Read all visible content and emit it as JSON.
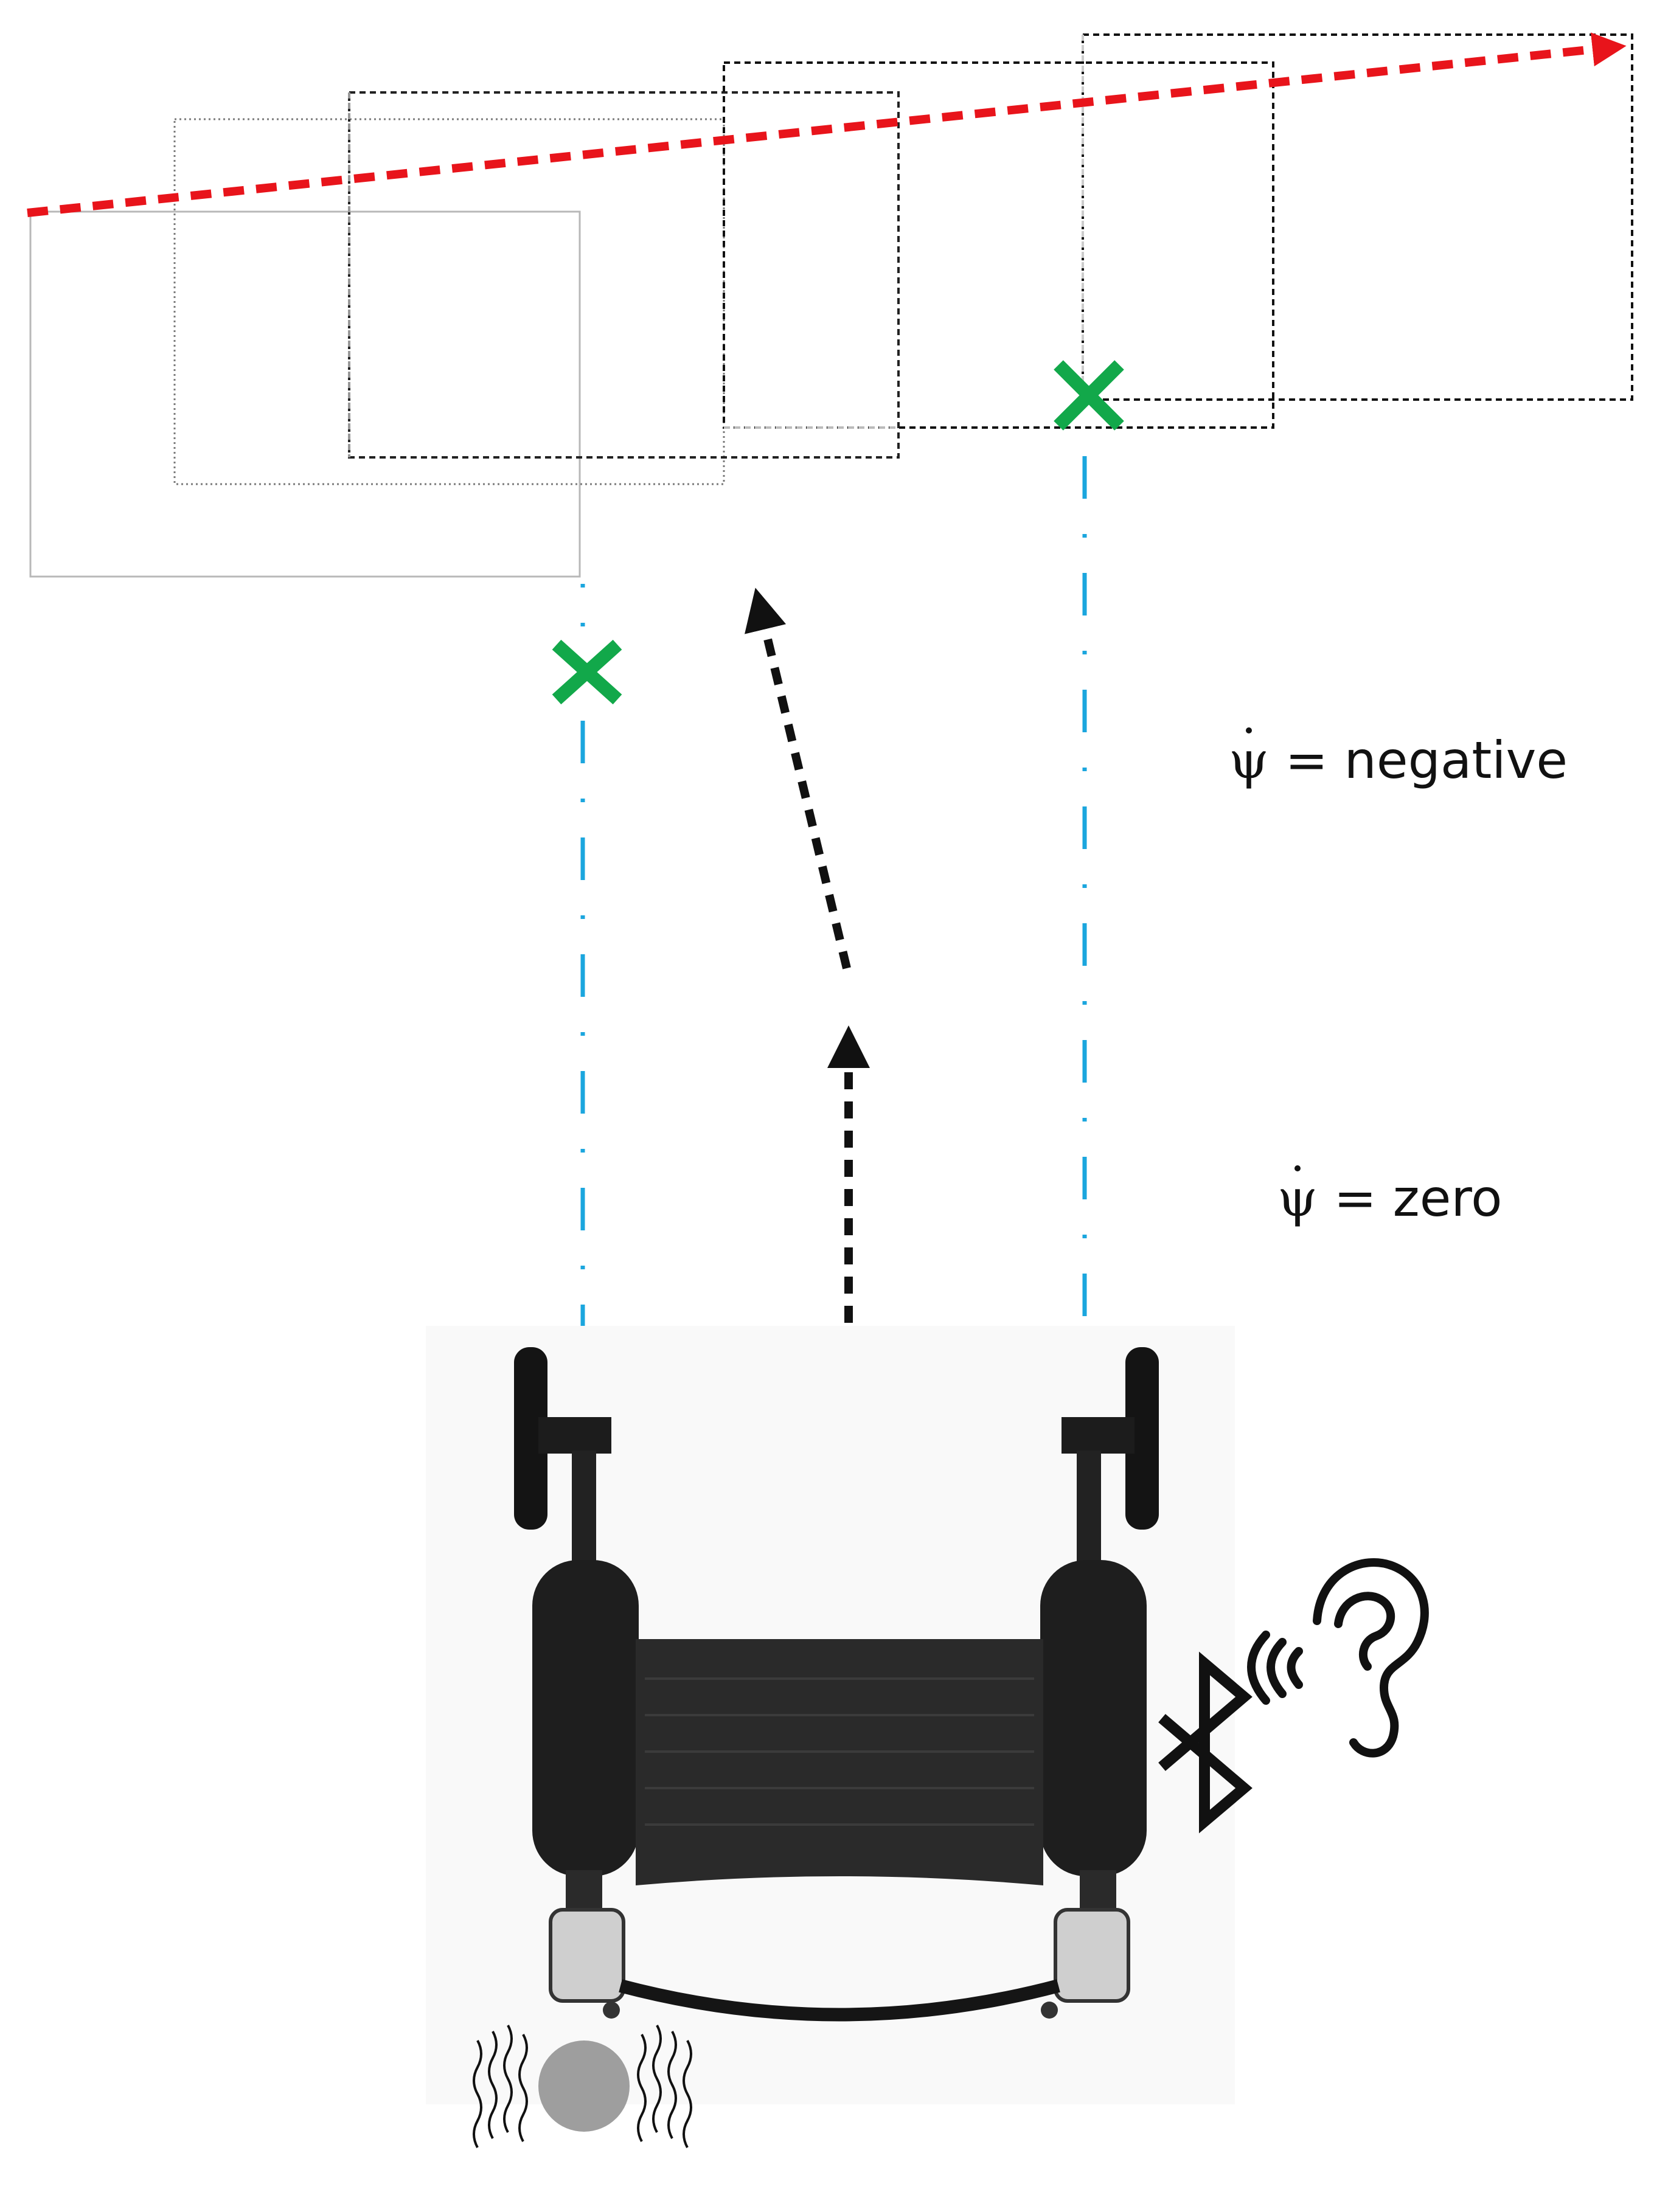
{
  "labels": {
    "yaw_rate_negative": {
      "symbol": "ψ",
      "text": "= negative"
    },
    "yaw_rate_zero": {
      "symbol": "ψ",
      "text": "= zero"
    }
  },
  "icons": {
    "bluetooth": "bluetooth-icon",
    "hearing": "ear-sound-icon",
    "vibration": "vibrating-ball-icon",
    "wheelchair": "wheelchair-top-view"
  },
  "colors": {
    "trajectory": "#e8141b",
    "target_marker": "#12a84a",
    "guide_line": "#1ba6de",
    "heading_arrow": "#111111",
    "vibration_ball": "#9e9e9e"
  }
}
